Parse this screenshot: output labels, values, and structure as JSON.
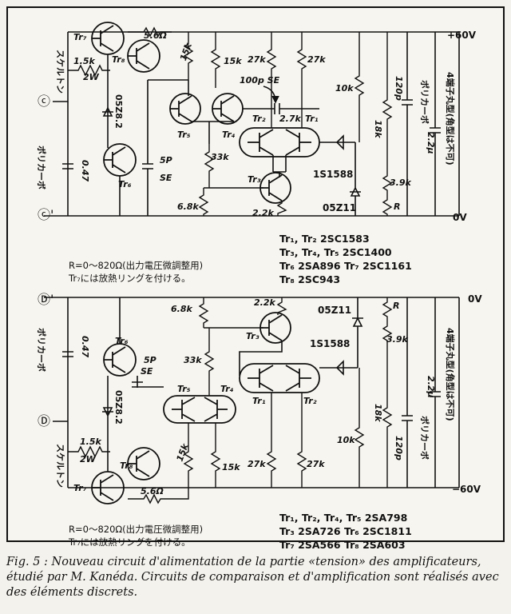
{
  "top": {
    "rail_top": "+60V",
    "rail_bottom": "0V",
    "node_in": "ⓒ",
    "node_in2": "ⓒ'",
    "label_skeleton": "スケルトン",
    "label_polycarbo_left": "ポリカーボ",
    "label_polycarbo_right": "ポリカーボ",
    "label_4term": "4端子丸型(角型は不可)",
    "cap_047": "0.47",
    "cap_5p": "5P",
    "cap_se": "SE",
    "cap_100p": "100p SE",
    "cap_120p": "120p",
    "cap_22u": "2.2μ",
    "r_56": "5.6Ω",
    "r_15k_a": "1.5k",
    "r_2w": "2W",
    "r_15k": "15k",
    "r_15k_b": "15k",
    "r_27k_a": "27k",
    "r_27k_b": "27k",
    "r_27k_small": "2.7k",
    "r_33k": "33k",
    "r_68k": "6.8k",
    "r_22k": "2.2k",
    "r_10k": "10k",
    "r_18k": "18k",
    "r_39k": "3.9k",
    "r_R": "R",
    "zener": "05Z8.2",
    "zener2": "05Z11",
    "diode": "1S1588",
    "tr1": "Tr₁",
    "tr2": "Tr₂",
    "tr3": "Tr₃",
    "tr4": "Tr₄",
    "tr5": "Tr₅",
    "tr6": "Tr₆",
    "tr7": "Tr₇",
    "tr8": "Tr₈",
    "parts": [
      "Tr₁, Tr₂  2SC1583",
      "Tr₃, Tr₄, Tr₅  2SC1400",
      "Tr₆  2SA896    Tr₇  2SC1161",
      "Tr₈  2SC943"
    ],
    "note_lines": [
      "R=0〜820Ω(出力電圧微調整用)",
      "Tr₇には放熱リングを付ける。"
    ]
  },
  "bottom": {
    "rail_top": "0V",
    "rail_bottom": "−60V",
    "node_in": "Ⓓ'",
    "node_in2": "Ⓓ",
    "label_skeleton": "スケルトン",
    "label_polycarbo_left": "ポリカーボ",
    "label_polycarbo_right": "ポリカーボ",
    "label_4term": "4端子丸型(角型は不可)",
    "cap_047": "0.47",
    "cap_5p": "5P",
    "cap_se": "SE",
    "cap_120p": "120p",
    "cap_22u": "2.2μ",
    "r_56": "5.6Ω",
    "r_15k_a": "1.5k",
    "r_2w": "2W",
    "r_15k": "15k",
    "r_15k_b": "15k",
    "r_27k_a": "27k",
    "r_27k_b": "27k",
    "r_33k": "33k",
    "r_68k": "6.8k",
    "r_22k": "2.2k",
    "r_10k": "10k",
    "r_18k": "18k",
    "r_39k": "3.9k",
    "r_R": "R",
    "zener": "05Z8.2",
    "zener2": "05Z11",
    "diode": "1S1588",
    "tr1": "Tr₁",
    "tr2": "Tr₂",
    "tr3": "Tr₃",
    "tr4": "Tr₄",
    "tr5": "Tr₅",
    "tr6": "Tr₆",
    "tr7": "Tr₇",
    "tr8": "Tr₈",
    "parts": [
      "Tr₁, Tr₂, Tr₄, Tr₅  2SA798",
      "Tr₃  2SA726    Tr₆  2SC1811",
      "Tr₇  2SA566    Tr₈  2SA603"
    ],
    "note_lines": [
      "R=0〜820Ω(出力電圧微調整用)",
      "Tr₇には放熱リングを付ける。"
    ]
  },
  "caption": "Fig. 5 : Nouveau circuit d'alimentation de la partie «tension» des amplificateurs, étudié par M. Kanéda. Circuits de comparaison et d'amplification sont réalisés avec des éléments discrets."
}
